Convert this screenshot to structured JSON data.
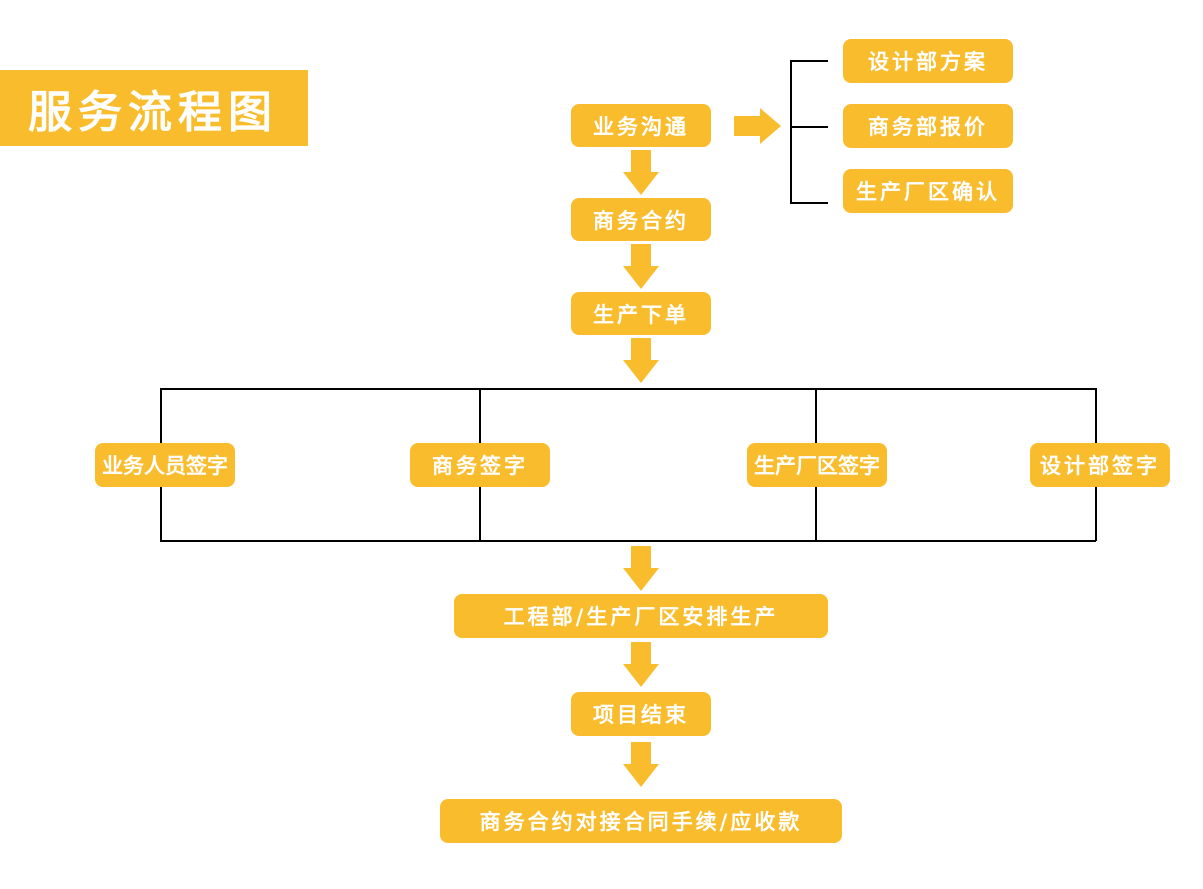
{
  "title": "服务流程图",
  "colors": {
    "accent": "#F9BC2D",
    "text": "#FFFFFF",
    "connector": "#000000"
  },
  "nodes": {
    "communication": "业务沟通",
    "design_plan": "设计部方案",
    "business_quote": "商务部报价",
    "factory_confirm": "生产厂区确认",
    "contract": "商务合约",
    "production_order": "生产下单",
    "sales_sign": "业务人员签字",
    "business_sign": "商务签字",
    "factory_sign": "生产厂区签字",
    "design_sign": "设计部签字",
    "arrange_production": "工程部/生产厂区安排生产",
    "project_end": "项目结束",
    "final_handover": "商务合约对接合同手续/应收款"
  }
}
